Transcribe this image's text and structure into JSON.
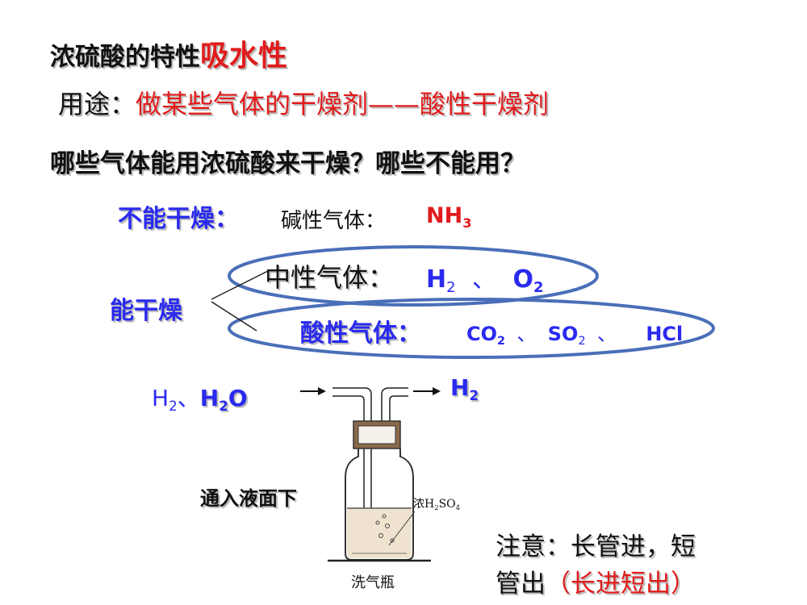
{
  "title": {
    "prefix": "浓硫酸的特性",
    "keyword": "吸水性"
  },
  "usage": {
    "label": "用途：",
    "text": "做某些气体的干燥剂——酸性干燥剂"
  },
  "question": "哪些气体能用浓硫酸来干燥？哪些不能用？",
  "cannot_dry": {
    "label": "不能干燥：",
    "category": "碱性气体：",
    "gas_main": "NH",
    "gas_sub": "3"
  },
  "can_dry": {
    "label": "能干燥",
    "neutral": {
      "category": "中性气体：",
      "gas1": "H",
      "gas1_sub": "2",
      "sep": "、",
      "gas2": "O",
      "gas2_sub": "2"
    },
    "acidic": {
      "category": "酸性气体：",
      "gas1": "CO",
      "gas1_sub": "2",
      "sep1": "、",
      "gas2": "SO",
      "gas2_sub": "2",
      "sep2": "、",
      "gas3": "HCl"
    }
  },
  "apparatus": {
    "inlet_h": "H",
    "inlet_h_sub": "2",
    "inlet_sep": "、",
    "inlet_w_main": "H",
    "inlet_w_sub": "2",
    "inlet_w_end": "O",
    "outlet_main": "H",
    "outlet_sub": "2",
    "tube_note": "通入液面下",
    "acid_label_prefix": "浓H",
    "acid_label_sub1": "2",
    "acid_label_mid": "SO",
    "acid_label_sub2": "4",
    "bottle_caption": "洗气瓶"
  },
  "note": {
    "line1": "注意：长管进，短",
    "line2_black": "管出",
    "line2_red": "（长进短出）"
  },
  "colors": {
    "red": "#e11b1b",
    "blue": "#2a2af0",
    "black": "#111111"
  }
}
